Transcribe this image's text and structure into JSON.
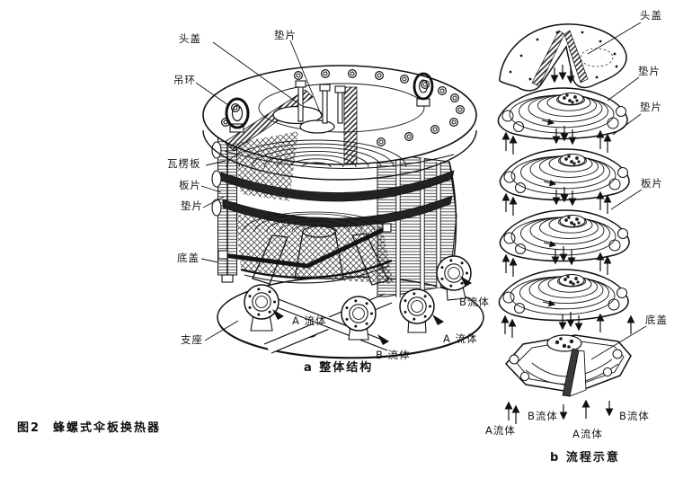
{
  "page": {
    "paper_color": "#ffffff",
    "ink_color": "#1a1a1a"
  },
  "caption": {
    "number": "图2",
    "title": "蜂螺式伞板换热器"
  },
  "left_view": {
    "sublabel": "a 整体结构",
    "labels": {
      "head_cover": "头盖",
      "gasket_top": "垫片",
      "lifting_ring": "吊环",
      "corrugated_plate": "瓦楞板",
      "plate": "板片",
      "gasket_mid": "垫片",
      "bottom_cover": "底盖",
      "support": "支座",
      "fluid_a_center": "A 流体",
      "fluid_b_right": "B流体",
      "fluid_a_right": "A 流体",
      "fluid_b_bottom": "B 流体"
    }
  },
  "right_view": {
    "sublabel": "b 流程示意",
    "labels": {
      "head_cover": "头盖",
      "gasket_1": "垫片",
      "gasket_2": "垫片",
      "plate": "板片",
      "bottom_cover": "底盖",
      "fluid_a_left": "A流体",
      "fluid_b_left": "B流体",
      "fluid_a_center": "A流体",
      "fluid_b_right": "B流体"
    }
  }
}
